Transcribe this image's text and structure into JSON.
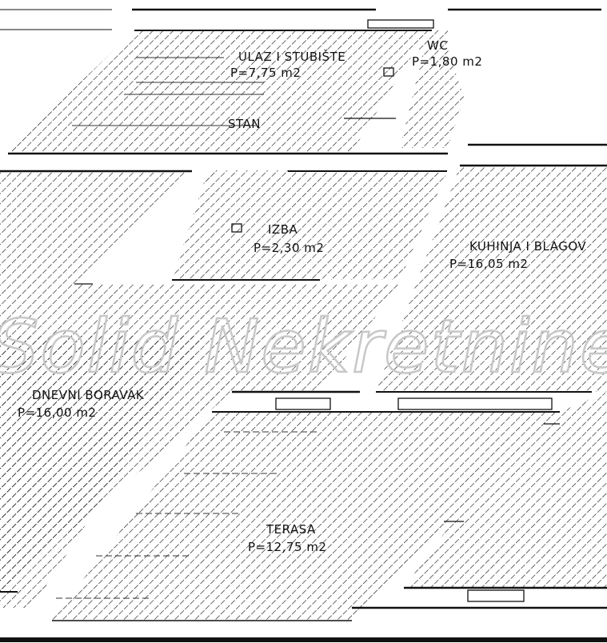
{
  "plan": {
    "title": "Floor plan",
    "colors": {
      "line": "#111111",
      "hatch": "#1a1a1a",
      "background": "#ffffff",
      "watermark": "#c8c8c8"
    },
    "watermark_text": "Solid Nekretnine",
    "rooms": [
      {
        "id": "ulaz",
        "name": "ULAZ I STUBIŠTE",
        "area": "P=7,75 m2"
      },
      {
        "id": "wc",
        "name": "WC",
        "area": "P=1,80 m2"
      },
      {
        "id": "stan",
        "name": "STAN",
        "area": ""
      },
      {
        "id": "izba",
        "name": "IZBA",
        "area": "P=2,30 m2"
      },
      {
        "id": "kuhinja",
        "name": "KUHINJA I BLAGOV",
        "area": "P=16,05 m2"
      },
      {
        "id": "dnevni",
        "name": "DNEVNI BORAVAK",
        "area": "P=16,00 m2"
      },
      {
        "id": "terasa",
        "name": "TERASA",
        "area": "P=12,75 m2"
      }
    ]
  }
}
